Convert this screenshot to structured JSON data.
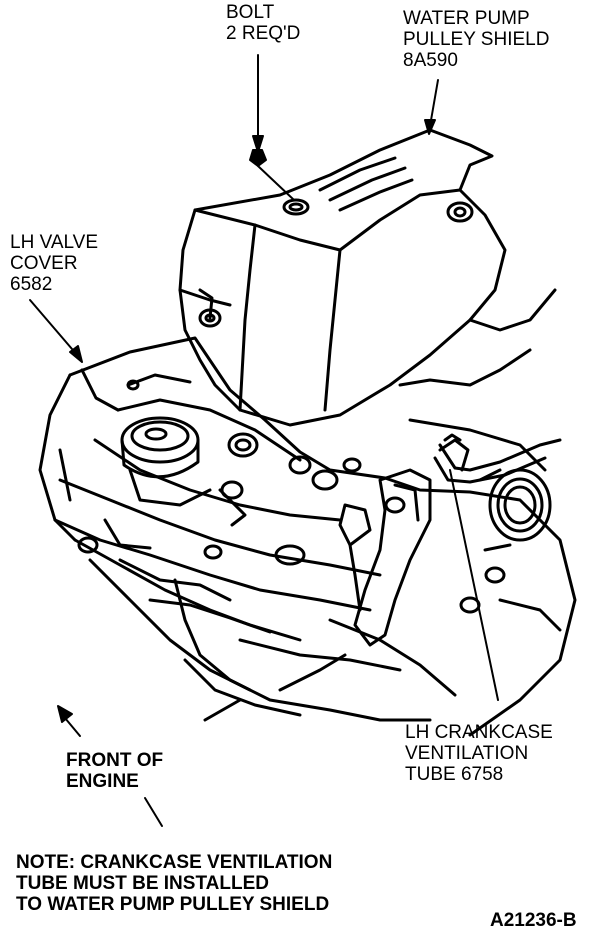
{
  "callouts": {
    "bolt": [
      "BOLT",
      "2 REQ'D"
    ],
    "pulley_shield": [
      "WATER PUMP",
      "PULLEY SHIELD",
      "8A590"
    ],
    "valve_cover": [
      "LH VALVE",
      "COVER",
      "6582"
    ],
    "vent_tube": [
      "LH CRANKCASE",
      "VENTILATION",
      "TUBE 6758"
    ],
    "front": [
      "FRONT OF",
      "ENGINE"
    ]
  },
  "note": [
    "NOTE: CRANKCASE VENTILATION",
    "TUBE MUST BE INSTALLED",
    "TO WATER PUMP PULLEY SHIELD"
  ],
  "figure_id": "A21236-B"
}
